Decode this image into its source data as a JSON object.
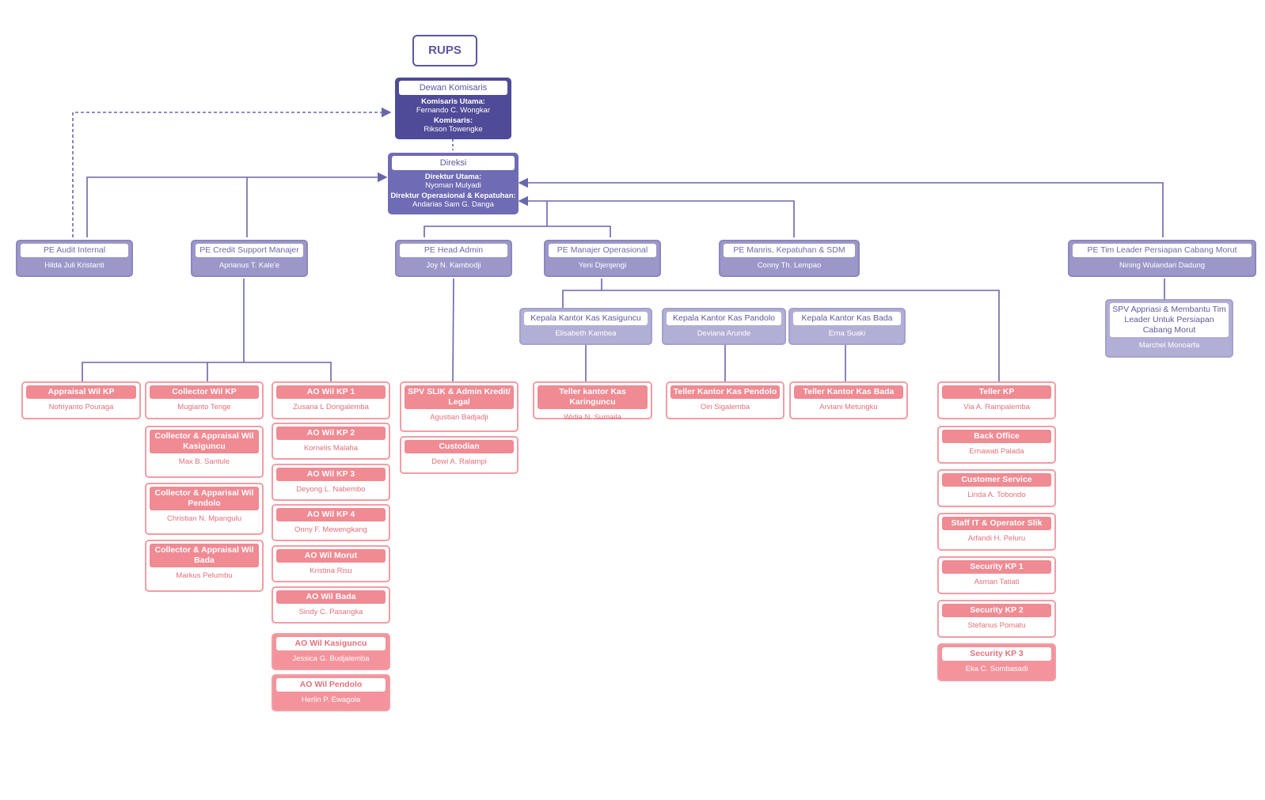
{
  "rups": "RUPS",
  "dewan": {
    "title": "Dewan Komisaris",
    "l1": "Komisaris Utama:",
    "v1": "Fernando C. Wongkar",
    "l2": "Komisaris:",
    "v2": "Rikson Towengke"
  },
  "direksi": {
    "title": "Direksi",
    "l1": "Direktur Utama:",
    "v1": "Nyoman Mulyadi",
    "l2": "Direktur Operasional & Kepatuhan:",
    "v2": "Andarias Sam G. Danga"
  },
  "pe": [
    {
      "title": "PE Audit Internal",
      "name": "Hilda Juli Kristanti"
    },
    {
      "title": "PE Credit Support Manajer",
      "name": "Aprianus T. Kale'e"
    },
    {
      "title": "PE Head Admin",
      "name": "Joy N. Kambodji"
    },
    {
      "title": "PE Manajer Operasional",
      "name": "Yeni Djenjengi"
    },
    {
      "title": "PE Manris, Kepatuhan & SDM",
      "name": "Conny Th. Lempao"
    },
    {
      "title": "PE Tim Leader Persiapan Cabang Morut",
      "name": "Nining Wulandari Dadung"
    }
  ],
  "spv_morut": {
    "title": "SPV Appriasi & Membantu Tim Leader Untuk Persiapan Cabang Morut",
    "name": "Marchel Monoarfa"
  },
  "kepala": [
    {
      "title": "Kepala Kantor Kas Kasiguncu",
      "name": "Elisabeth Kambea"
    },
    {
      "title": "Kepala Kantor Kas Pandolo",
      "name": "Deviana Arunde"
    },
    {
      "title": "Kepala Kantor Kas Bada",
      "name": "Erna Suaki"
    }
  ],
  "credit_col1": [
    {
      "title": "Appraisal Wil KP",
      "name": "Nofriyanto Pouraga"
    }
  ],
  "credit_col2": [
    {
      "title": "Collector Wil KP",
      "name": "Mugianto Tenge"
    },
    {
      "title": "Collector & Appraisal Wil Kasiguncu",
      "name": "Max B. Santule"
    },
    {
      "title": "Collector & Apparisal Wil Pendolo",
      "name": "Christian N. Mpangulu"
    },
    {
      "title": "Collector & Appraisal Wil Bada",
      "name": "Markus Pelumbu"
    }
  ],
  "ao": [
    {
      "title": "AO Wil KP 1",
      "name": "Zusana L Dongalemba"
    },
    {
      "title": "AO Wil KP 2",
      "name": "Kornelis Malaha"
    },
    {
      "title": "AO Wil KP 3",
      "name": "Deyong L. Nabembo"
    },
    {
      "title": "AO Wil KP 4",
      "name": "Onny F. Mewengkang"
    },
    {
      "title": "AO Wil Morut",
      "name": "Kristina Risu"
    },
    {
      "title": "AO Wil Bada",
      "name": "Sindy C. Pasangka"
    },
    {
      "title": "AO Wil Kasiguncu",
      "name": "Jessica G. Budjalemba"
    },
    {
      "title": "AO Wil Pendolo",
      "name": "Herlin P. Ewagola"
    }
  ],
  "admin": [
    {
      "title": "SPV SLIK & Admin Kredit/ Legal",
      "name": "Agustian Badjadji"
    },
    {
      "title": "Custodian",
      "name": "Dewi A. Ralampi"
    }
  ],
  "tellers": [
    {
      "title": "Teller kantor Kas Karinguncu",
      "name": "Widia N. Sumaila"
    },
    {
      "title": "Teller Kantor Kas Pendolo",
      "name": "Oin Sigalemba"
    },
    {
      "title": "Teller Kantor Kas Bada",
      "name": "Arviani Metungku"
    }
  ],
  "ops": [
    {
      "title": "Teller KP",
      "name": "Via A. Rampalemba"
    },
    {
      "title": "Back Office",
      "name": "Ernawati Palada"
    },
    {
      "title": "Customer Service",
      "name": "Linda A. Tobondo"
    },
    {
      "title": "Staff IT & Operator Slik",
      "name": "Arfandi H. Peluru"
    },
    {
      "title": "Security KP 1",
      "name": "Asman Tatiati"
    },
    {
      "title": "Security KP 2",
      "name": "Stefanus Pomatu"
    },
    {
      "title": "Security KP 3",
      "name": "Eka C. Sombasadi"
    }
  ]
}
